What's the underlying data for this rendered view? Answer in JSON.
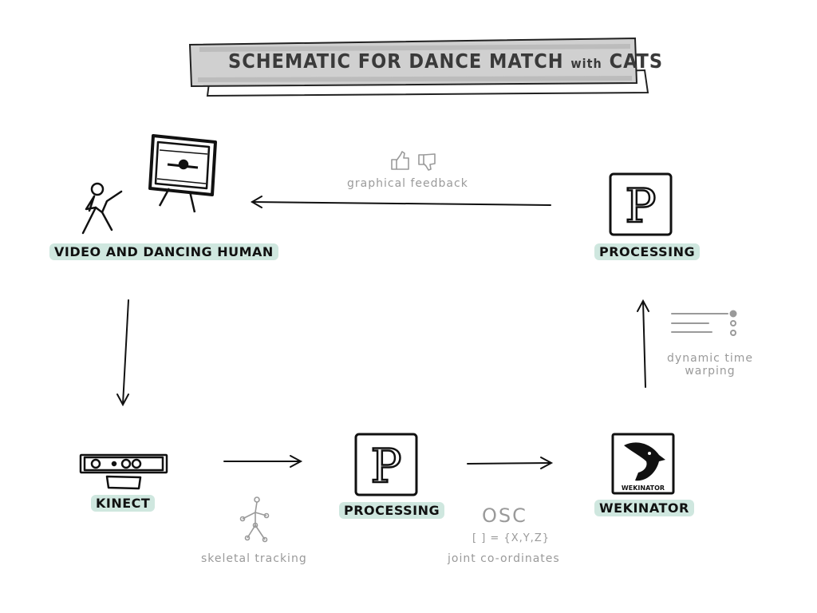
{
  "title": {
    "main": "SCHEMATIC FOR DANCE MATCH",
    "with": "with",
    "cats": "CATS"
  },
  "nodes": {
    "video_human": "VIDEO AND DANCING HUMAN",
    "processing_top": "PROCESSING",
    "kinect": "KINECT",
    "processing_mid": "PROCESSING",
    "wekinator": "WEKINATOR"
  },
  "logos": {
    "processing_letter": "P",
    "wekinator_caption": "WEKINATOR"
  },
  "annotations": {
    "graphical_feedback": "graphical feedback",
    "skeletal_tracking": "skeletal tracking",
    "osc": "OSC",
    "osc_formula": "[ ] = {X,Y,Z}",
    "joint_coordinates": "joint co-ordinates",
    "dtw_line1": "dynamic time",
    "dtw_line2": "warping"
  },
  "colors": {
    "highlight": "#cfe7df",
    "grey": "#9a9a9a",
    "ink": "#111111"
  }
}
